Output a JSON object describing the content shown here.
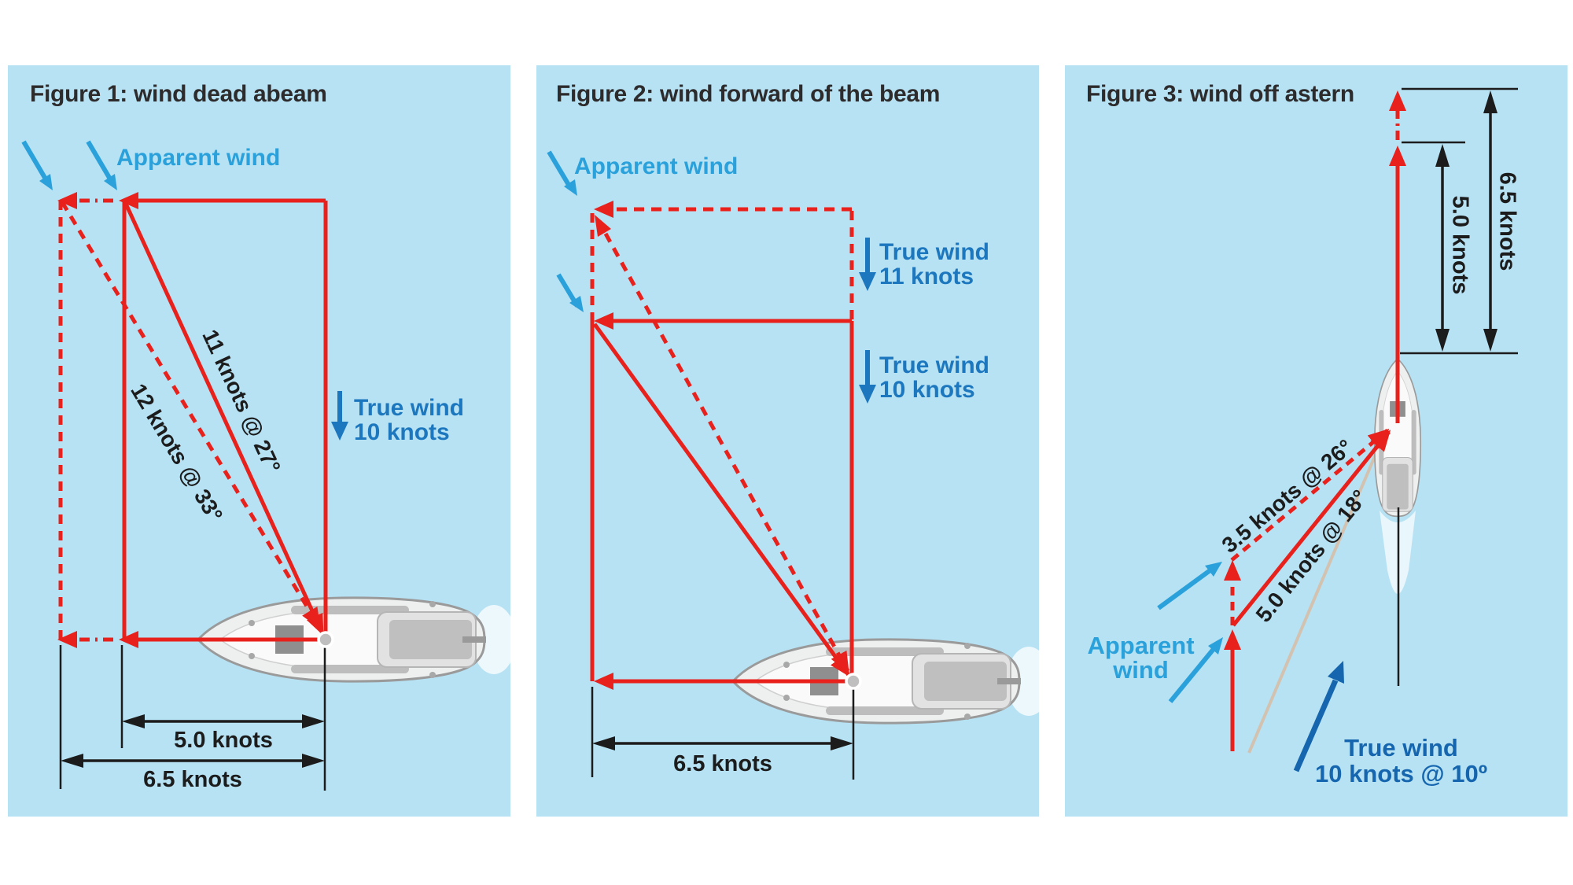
{
  "colors": {
    "panel_background": "#b6e2f4",
    "vector_red": "#e8211c",
    "apparent_wind_blue": "#2aa1da",
    "true_wind_blue": "#1c77be",
    "true_wind_dark_blue": "#1566ae",
    "dimension_black": "#1c1c1c",
    "true_wind_vector_tan": "#d3c2b0"
  },
  "panels": [
    {
      "id": "figure-1",
      "title": "Figure 1: wind dead abeam",
      "labels": {
        "apparent_wind": "Apparent wind",
        "true_wind_line1": "True wind",
        "true_wind_line2": "10 knots",
        "solid_diagonal": "11 knots @ 27°",
        "dashed_diagonal": "12 knots @ 33°",
        "dim_inner": "5.0 knots",
        "dim_outer": "6.5 knots"
      }
    },
    {
      "id": "figure-2",
      "title": "Figure 2: wind forward of the beam",
      "labels": {
        "apparent_wind": "Apparent wind",
        "true_wind_11_line1": "True wind",
        "true_wind_11_line2": "11 knots",
        "true_wind_10_line1": "True wind",
        "true_wind_10_line2": "10 knots",
        "dim_outer": "6.5 knots"
      }
    },
    {
      "id": "figure-3",
      "title": "Figure 3: wind off astern",
      "labels": {
        "apparent_line1": "Apparent",
        "apparent_line2": "wind",
        "true_wind_line1": "True wind",
        "true_wind_line2": "10 knots @ 10º",
        "solid_diagonal": "5.0 knots @ 18°",
        "dashed_diagonal": "3.5 knots @ 26°",
        "dim_inner": "5.0 knots",
        "dim_outer": "6.5 knots"
      }
    }
  ]
}
